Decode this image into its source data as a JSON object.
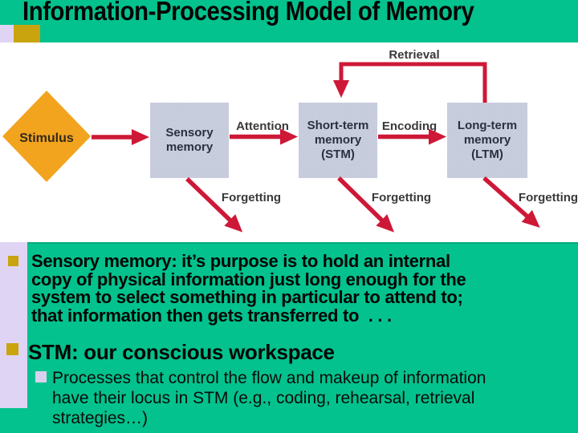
{
  "title": "Information-Processing Model of Memory",
  "colors": {
    "green": "#03C28D",
    "lavender": "#E0D4F5",
    "palelav": "#D9D0F0",
    "gold": "#C9A40E",
    "red": "#CE1837",
    "boxtext": "#2A3040",
    "labeltext": "#3A3A3A",
    "diamond": "#F2A41F"
  },
  "diagram": {
    "stimulus": "Stimulus",
    "retrieval": "Retrieval",
    "attention": "Attention",
    "encoding": "Encoding",
    "forgetting_sensory": "Forgetting",
    "forgetting_stm": "Forgetting",
    "forgetting_ltm": "Forgetting",
    "sensory": {
      "l1": "Sensory",
      "l2": "memory"
    },
    "stm": {
      "l1": "Short-term",
      "l2": "memory",
      "l3": "(STM)"
    },
    "ltm": {
      "l1": "Long-term",
      "l2": "memory",
      "l3": "(LTM)"
    }
  },
  "bullets": {
    "b1": {
      "l1": "Sensory memory: it’s purpose is to hold an internal",
      "l2": "copy of physical information just long enough for the",
      "l3": "system to select something in particular to attend to;",
      "l4": "that information then gets transferred to  . . ."
    },
    "b2": "STM: our conscious workspace",
    "sub": {
      "l1": "Processes that control the flow and makeup of information",
      "l2": "have their locus in STM (e.g., coding, rehearsal, retrieval",
      "l3": "strategies…)"
    }
  }
}
